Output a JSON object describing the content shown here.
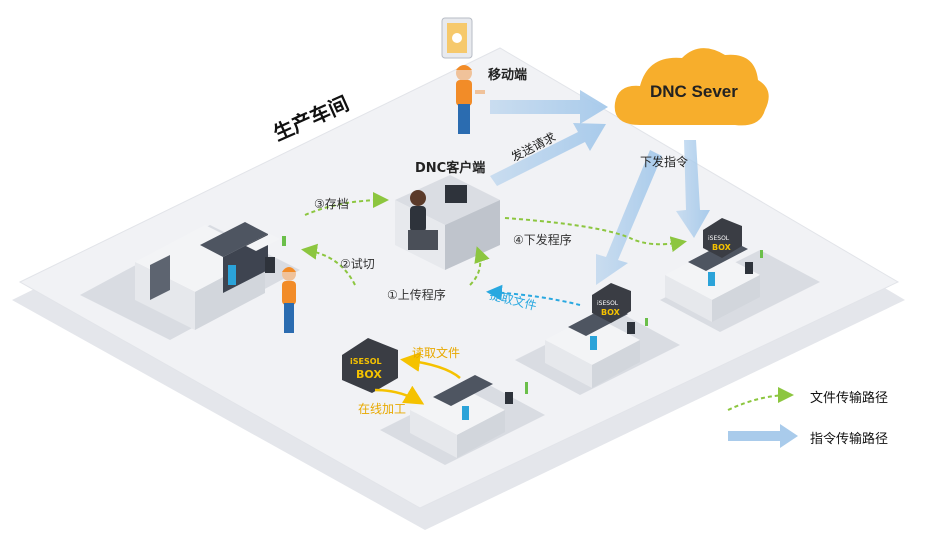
{
  "labels": {
    "workshop": "生产车间",
    "mobile": "移动端",
    "server": "DNC Sever",
    "client": "DNC客户端",
    "send_request": "发送请求",
    "issue_command": "下发指令",
    "archive": "③存档",
    "trial_cut": "②试切",
    "upload_program": "①上传程序",
    "issue_program": "④下发程序",
    "fetch_file": "提取文件",
    "read_file": "读取文件",
    "online_machining": "在线加工",
    "box_brand_1": "iSESOL",
    "box_brand_2": "BOX"
  },
  "legend": {
    "file_path": "文件传输路径",
    "command_path": "指令传输路径"
  },
  "colors": {
    "cloud": "#F7AE2C",
    "blue_arrow": "#A9CBEB",
    "green_dash": "#8CC63F",
    "blue_dash": "#29A8E0",
    "yellow_arrow": "#F5C200",
    "platform": "#EEF0F4"
  }
}
